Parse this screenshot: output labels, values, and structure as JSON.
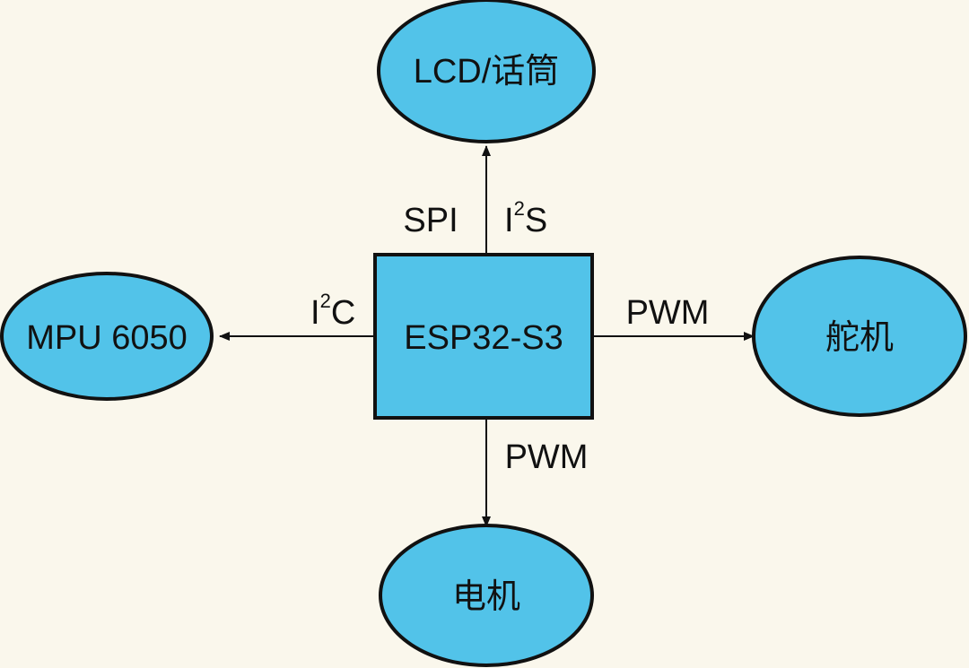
{
  "nodes": {
    "center": {
      "label": "ESP32-S3"
    },
    "top": {
      "label": "LCD/话筒"
    },
    "left": {
      "label": "MPU 6050"
    },
    "right": {
      "label": "舵机"
    },
    "bottom": {
      "label": "电机"
    }
  },
  "edges": {
    "top": {
      "label_left": "SPI",
      "label_right_base": "I",
      "label_right_sup": "2",
      "label_right_tail": "S"
    },
    "left": {
      "label_base": "I",
      "label_sup": "2",
      "label_tail": "C"
    },
    "right": {
      "label": "PWM"
    },
    "bottom": {
      "label": "PWM"
    }
  },
  "colors": {
    "background": "#faf7ec",
    "node_fill": "#52c3e9",
    "stroke": "#111111"
  }
}
